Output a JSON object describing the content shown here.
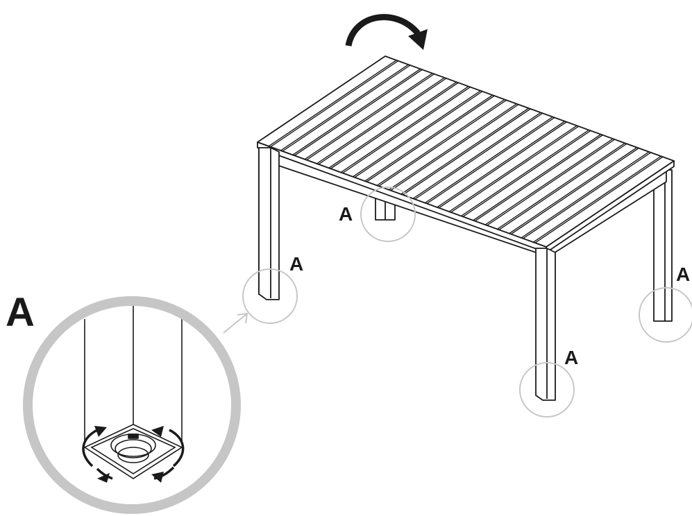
{
  "labels": {
    "detail_callout": "A",
    "marker_center_leg": "A",
    "marker_front_left_leg": "A",
    "marker_front_right_leg": "A",
    "marker_back_right_leg": "A"
  },
  "colors": {
    "line": "#1a1a1a",
    "callout_circle": "#c6c6c6",
    "background": "#ffffff"
  },
  "icons": {
    "rotation": "curved-arrow-icon",
    "adjust": "rotation-arrows-icon",
    "pointer": "arrow-icon"
  }
}
